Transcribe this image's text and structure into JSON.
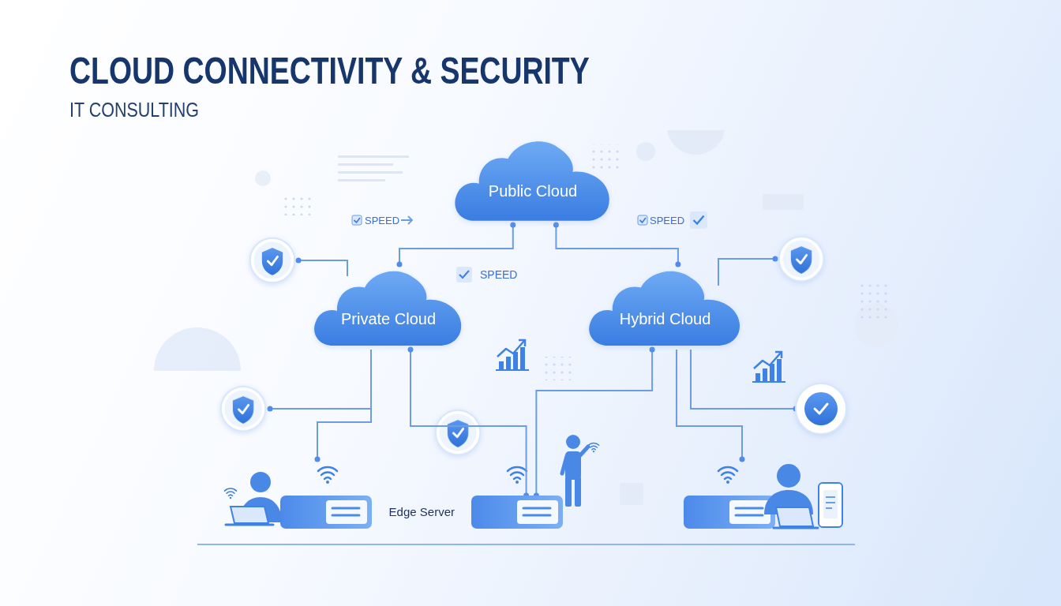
{
  "diagram": {
    "title": "CLOUD CONNECTIVITY & SECURITY",
    "nodes": [
      {
        "text": [
          "Public Cloud"
        ]
      },
      {
        "text": [
          "Private Cloud"
        ]
      },
      {
        "text": [
          "Hybrid Cloud"
        ]
      },
      {
        "text": [
          "Edge Server"
        ]
      }
    ],
    "edges": [
      {
        "from": 0,
        "to": 1,
        "arrow": "none"
      },
      {
        "from": 0,
        "to": 2,
        "arrow": "none"
      },
      {
        "from": 1,
        "to": 3,
        "arrow": "none"
      },
      {
        "from": 2,
        "to": 3,
        "arrow": "none"
      }
    ],
    "labels": [
      "IT CONSULTING",
      "SPEED",
      "SPEED",
      "SPEED"
    ]
  }
}
